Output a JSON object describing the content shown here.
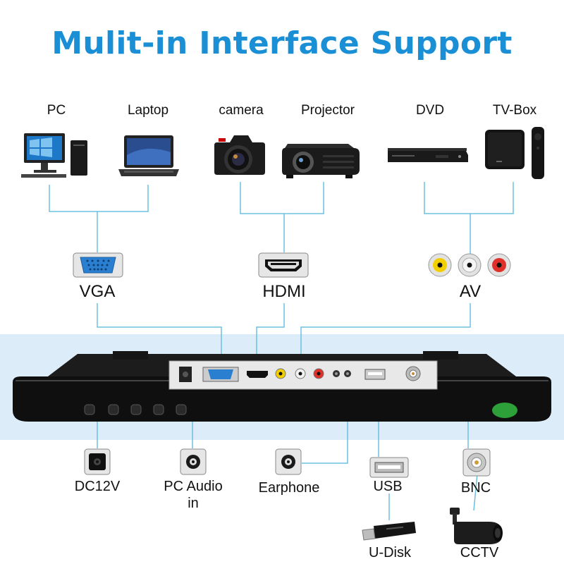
{
  "title": "Mulit-in Interface Support",
  "sources": [
    {
      "label": "PC",
      "icon": "pc-icon"
    },
    {
      "label": "Laptop",
      "icon": "laptop-icon"
    },
    {
      "label": "camera",
      "icon": "camera-icon"
    },
    {
      "label": "Projector",
      "icon": "projector-icon"
    },
    {
      "label": "DVD",
      "icon": "dvd-icon"
    },
    {
      "label": "TV-Box",
      "icon": "tv-box-icon"
    }
  ],
  "interfaces": [
    {
      "label": "VGA",
      "icon": "vga-port-icon"
    },
    {
      "label": "HDMI",
      "icon": "hdmi-port-icon"
    },
    {
      "label": "AV",
      "icon": "av-port-icon"
    }
  ],
  "ports": [
    {
      "label": "DC12V",
      "icon": "dc-jack-icon"
    },
    {
      "label": "PC Audio",
      "label2": "in",
      "icon": "audio-jack-icon"
    },
    {
      "label": "Earphone",
      "icon": "earphone-jack-icon"
    },
    {
      "label": "USB",
      "icon": "usb-port-icon"
    },
    {
      "label": "BNC",
      "icon": "bnc-port-icon"
    }
  ],
  "devices": [
    {
      "label": "U-Disk",
      "icon": "usb-drive-icon"
    },
    {
      "label": "CCTV",
      "icon": "cctv-camera-icon"
    }
  ],
  "colors": {
    "title": "#1a8fd6",
    "wire": "#6cc0e0",
    "band": "#dcecf9",
    "av_yellow": "#f2d000",
    "av_white": "#e8e8e8",
    "av_red": "#e0302a"
  }
}
